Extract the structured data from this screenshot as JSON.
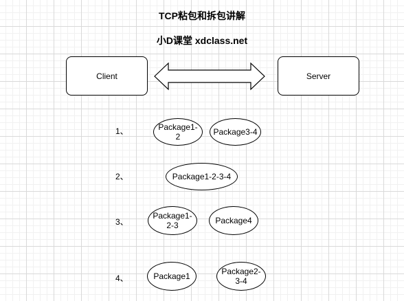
{
  "title": "TCP粘包和拆包讲解",
  "subtitle": "小D课堂 xdclass.net",
  "nodes": {
    "client": "Client",
    "server": "Server"
  },
  "steps": [
    {
      "label": "1、",
      "packages": [
        "Package1-2",
        "Package3-4"
      ]
    },
    {
      "label": "2、",
      "packages": [
        "Package1-2-3-4"
      ]
    },
    {
      "label": "3、",
      "packages": [
        "Package1-2-3",
        "Package4"
      ]
    },
    {
      "label": "4、",
      "packages": [
        "Package1",
        "Package2-3-4"
      ]
    }
  ],
  "icons": {
    "connection": "double-arrow-icon"
  }
}
